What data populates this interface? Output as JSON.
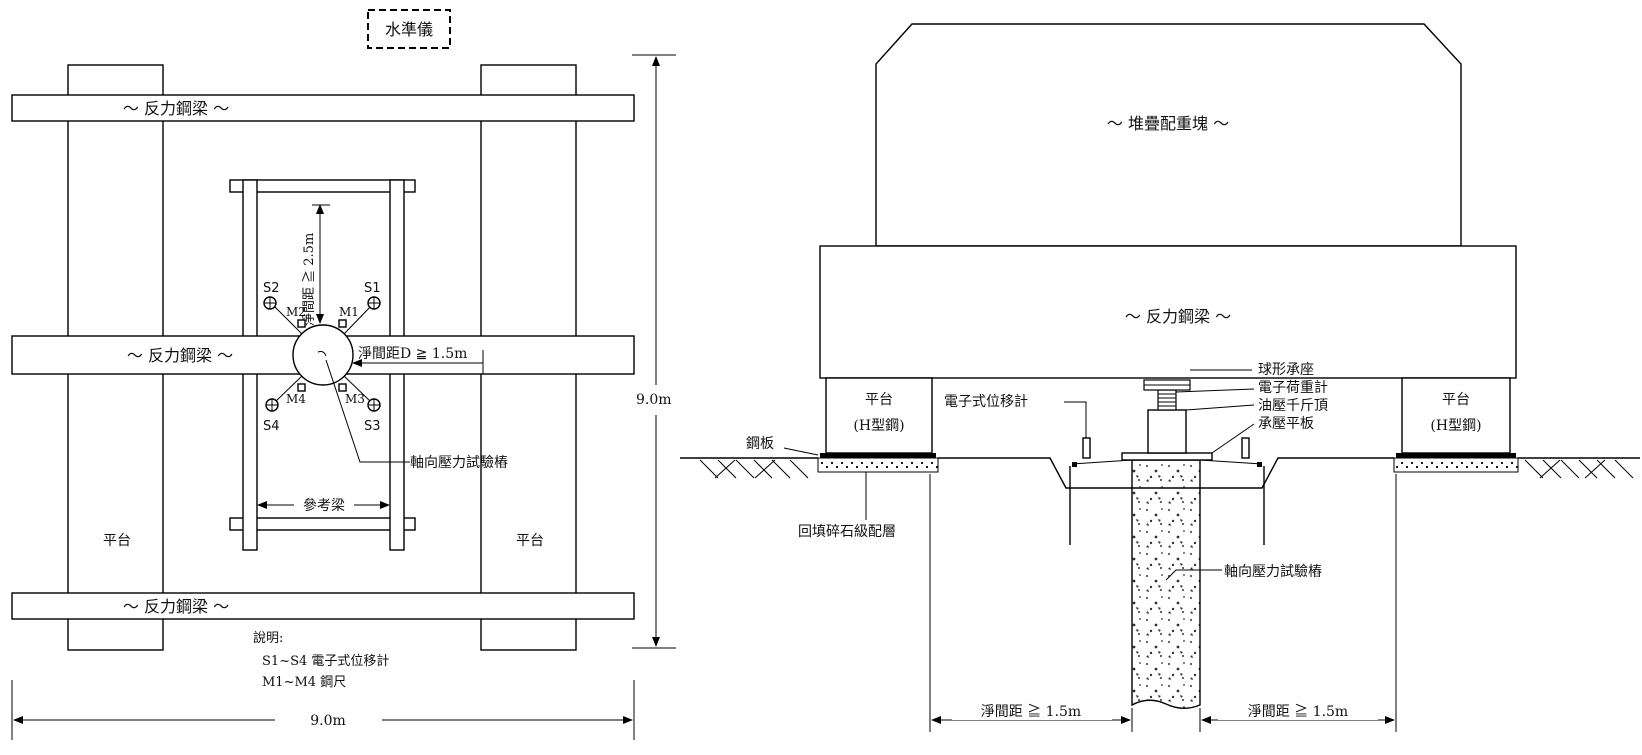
{
  "plan": {
    "level_label": "水準儀",
    "beam_top": "～ 反力鋼梁 ～",
    "beam_middle": "～ 反力鋼梁 ～",
    "beam_bottom": "～ 反力鋼梁 ～",
    "platform_left": "平台",
    "platform_right": "平台",
    "clear_distance_vertical": "淨間距 ≧ 2.5m",
    "clear_distance_horizontal": "淨間距D ≧ 1.5m",
    "sensor_s1": "S1",
    "sensor_s2": "S2",
    "sensor_s3": "S3",
    "sensor_s4": "S4",
    "ruler_m1": "M1",
    "ruler_m2": "M2",
    "ruler_m3": "M3",
    "ruler_m4": "M4",
    "test_pile": "軸向壓力試驗樁",
    "reference_beam": "參考梁",
    "height_dim": "9.0m",
    "width_dim": "9.0m",
    "notes_title": "說明:",
    "notes_line1": "S1~S4 電子式位移計",
    "notes_line2": "M1~M4 鋼尺"
  },
  "section": {
    "kentledge": "～  堆疊配重塊  ～",
    "reaction_beam": "～ 反力鋼梁 ～",
    "platform_left_1": "平台",
    "platform_left_2": "(H型鋼)",
    "platform_right_1": "平台",
    "platform_right_2": "(H型鋼)",
    "spherical_seat": "球形承座",
    "load_cell": "電子荷重計",
    "jack": "油壓千斤頂",
    "bearing_plate": "承壓平板",
    "displacement_gauge": "電子式位移計",
    "steel_plate": "鋼板",
    "backfill": "回填碎石級配層",
    "test_pile": "軸向壓力試驗樁",
    "clear_left": "淨間距 ≧ 1.5m",
    "clear_right": "淨間距 ≧ 1.5m"
  }
}
